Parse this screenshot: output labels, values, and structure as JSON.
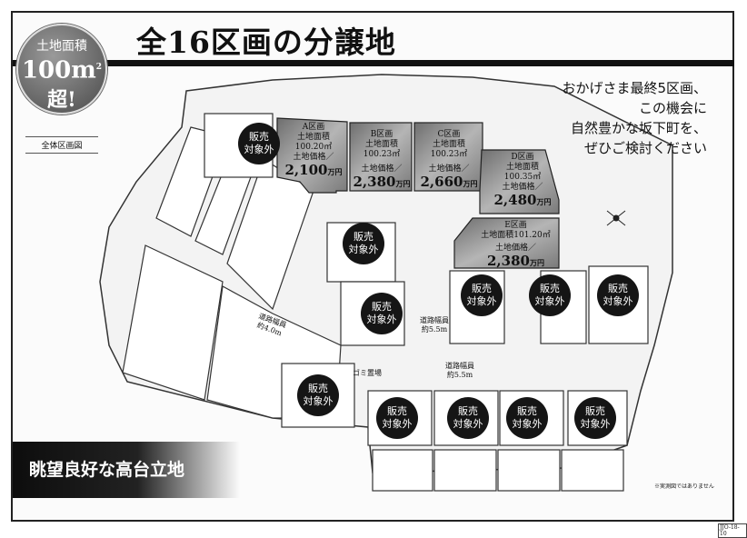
{
  "header": {
    "title": "全16区画の分譲地"
  },
  "badge": {
    "line1": "土地面積",
    "line2": "100m",
    "unit_sup": "2",
    "line3": "超!"
  },
  "overview_label": "全体区画図",
  "message": [
    "おかげさま最終5区画、",
    "この機会に",
    "自然豊かな坂下町を、",
    "ぜひご検討ください"
  ],
  "lots": [
    {
      "name": "A区画",
      "area_label": "土地面積",
      "area": "100.20㎡",
      "price_label": "土地価格／",
      "price": "2,100",
      "unit": "万円"
    },
    {
      "name": "B区画",
      "area_label": "土地面積",
      "area": "100.23㎡",
      "price_label": "土地価格／",
      "price": "2,380",
      "unit": "万円"
    },
    {
      "name": "C区画",
      "area_label": "土地面積",
      "area": "100.23㎡",
      "price_label": "土地価格／",
      "price": "2,660",
      "unit": "万円"
    },
    {
      "name": "D区画",
      "area_label": "土地面積",
      "area": "100.35㎡",
      "price_label": "土地価格／",
      "price": "2,480",
      "unit": "万円"
    },
    {
      "name": "E区画",
      "area_label": "土地面積",
      "area": "101.20㎡",
      "price_label": "土地価格／",
      "price": "2,380",
      "unit": "万円"
    }
  ],
  "not_for_sale": {
    "line1": "販売",
    "line2": "対象外"
  },
  "roads": [
    {
      "label": "道路幅員",
      "width": "約4.0m"
    },
    {
      "label": "道路幅員",
      "width": "約5.5m"
    },
    {
      "label": "道路幅員",
      "width": "約5.5m"
    }
  ],
  "garbage_area": "ゴミ置場",
  "banner": "眺望良好な高台立地",
  "note": "※実測図ではありません",
  "code": "JJO-18-10",
  "colors": {
    "lot_fill": "#8a8a8a",
    "circle": "#151515",
    "frame": "#222222"
  }
}
